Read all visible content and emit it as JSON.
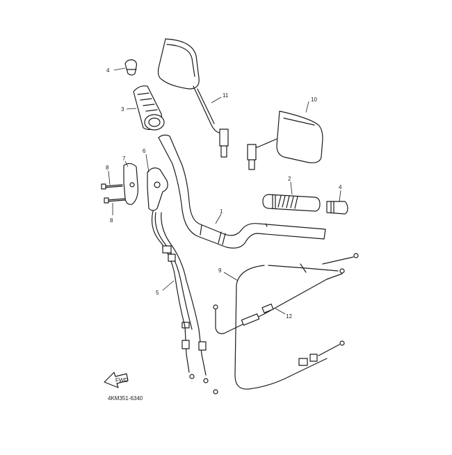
{
  "diagram": {
    "code": "4KM351-6340",
    "fwd_label": "FWD",
    "callouts": {
      "c1": "1",
      "c2": "2",
      "c3": "3",
      "c4a": "4",
      "c4b": "4",
      "c5": "5",
      "c6": "6",
      "c7": "7",
      "c8a": "8",
      "c8b": "8",
      "c9": "9",
      "c10": "10",
      "c11": "11",
      "c12": "12"
    }
  },
  "colors": {
    "line": "#1a1a1a",
    "background": "#ffffff"
  }
}
